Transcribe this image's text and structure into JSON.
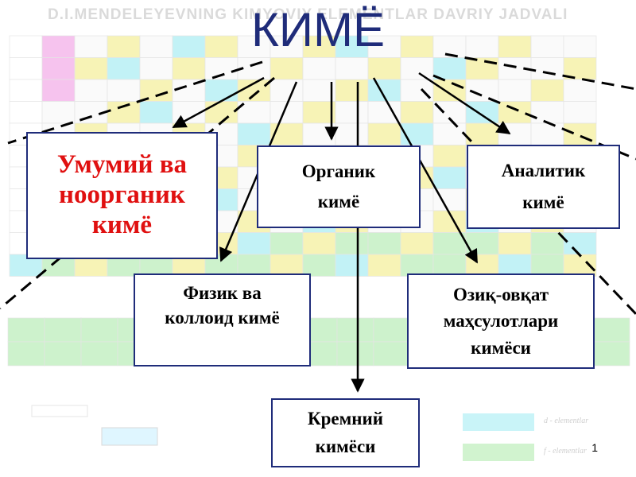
{
  "background": {
    "banner": "D.I.MENDELEYEVNING KIMYOVIY ELEMENTLAR DAVRIY JADVALI",
    "legend_d": "d - elementlar",
    "legend_f": "f - elementlar",
    "colors": {
      "pink": "#f6c3ee",
      "yellow": "#f7f3b6",
      "cyan": "#c2f2f6",
      "green": "#cdf2cc"
    }
  },
  "title": "КИМЁ",
  "boxes": {
    "general": "Умумий ва\nноорганик\nкимё",
    "organic": "Органик\nкимё",
    "analytic": "Аналитик\nкимё",
    "physical": "Физик ва\nколлоид кимё",
    "food": "Озиқ-овқат\nмаҳсулотлари\nкимёси",
    "silicon": "Кремний\nкимёси"
  },
  "page_number": "1",
  "colors": {
    "title": "#1f2c7a",
    "highlight": "#e01010",
    "border": "#1f2c7a"
  }
}
